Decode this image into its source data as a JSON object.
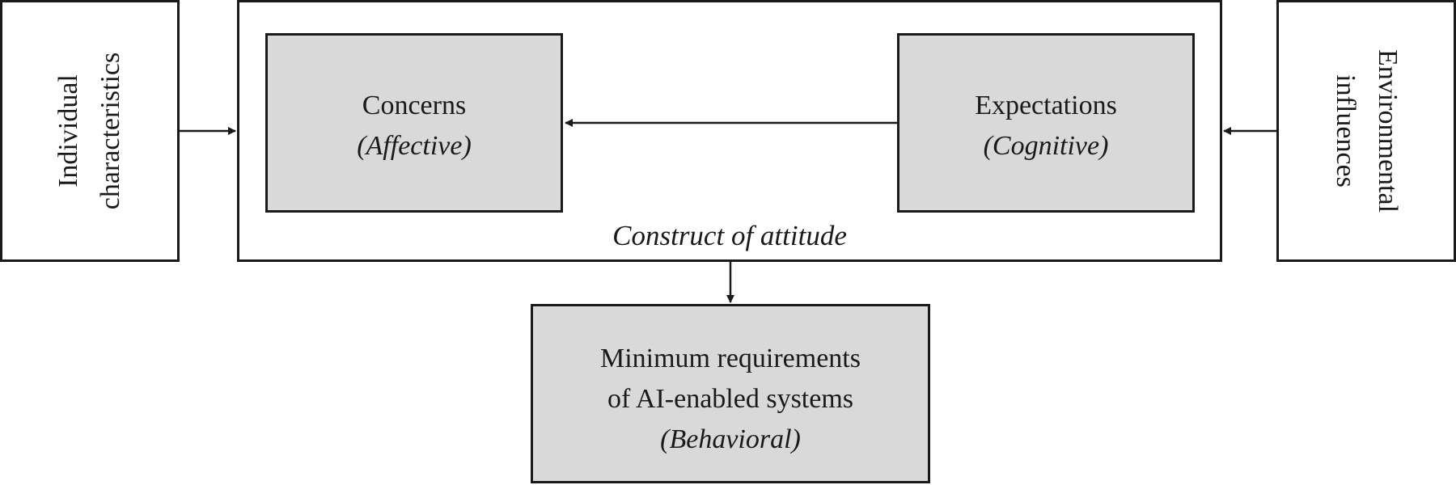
{
  "left_box": {
    "line1": "Individual",
    "line2": "characteristics"
  },
  "right_box": {
    "line1": "Environmental",
    "line2": "influences"
  },
  "construct": {
    "label": "Construct of attitude"
  },
  "concerns": {
    "title": "Concerns",
    "subtitle": "(Affective)"
  },
  "expectations": {
    "title": "Expectations",
    "subtitle": "(Cognitive)"
  },
  "requirements": {
    "line1": "Minimum requirements",
    "line2": "of AI-enabled systems",
    "subtitle": "(Behavioral)"
  },
  "colors": {
    "line": "#1a1a1a",
    "fill_grey": "#d9d9d9",
    "background": "#ffffff"
  }
}
